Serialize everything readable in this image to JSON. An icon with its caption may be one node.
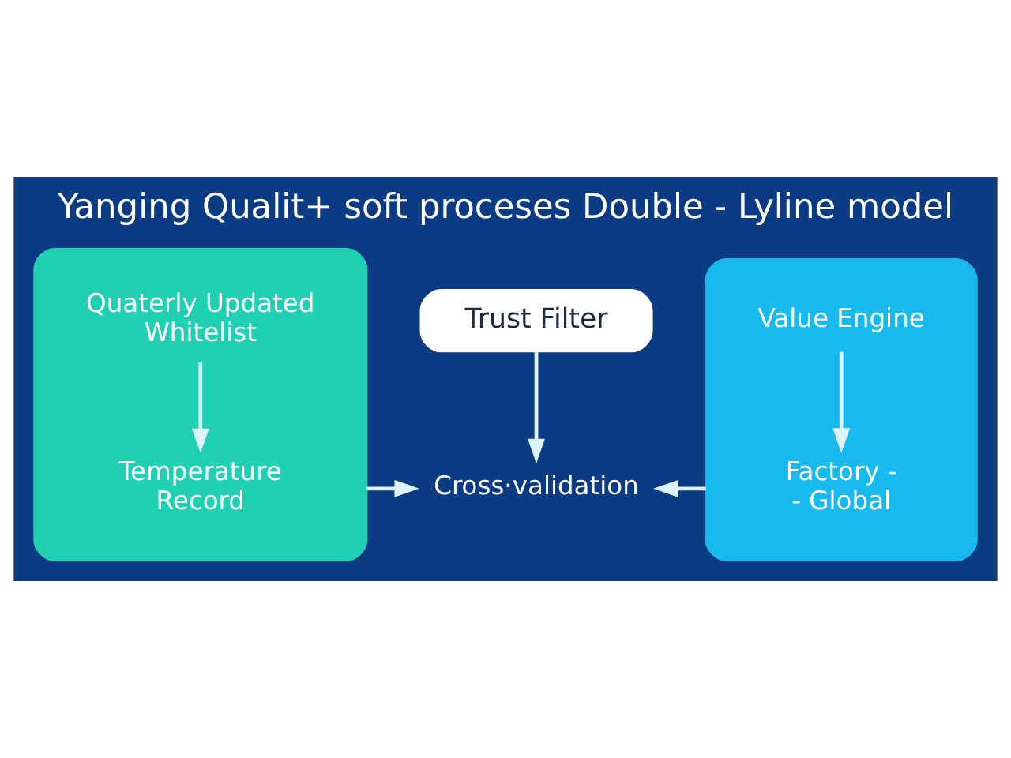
{
  "diagram": {
    "title": "Yanging Qualit+ soft proceses Double - Lyline model",
    "nodes": [
      {
        "text": [],
        "shape": "box"
      },
      {
        "text": [
          "Quaterly Updated Whitelist"
        ],
        "in": 0
      },
      {
        "text": [
          "Temperature Record"
        ],
        "in": 0
      },
      {
        "text": [
          "Trust Filter"
        ]
      },
      {
        "text": [
          "Cross·validation"
        ]
      },
      {
        "text": [],
        "shape": "box"
      },
      {
        "text": [
          "Value Engine"
        ],
        "in": 5
      },
      {
        "text": [
          "Factory - - Global"
        ],
        "in": 5
      }
    ],
    "edges": [
      {
        "from": 1,
        "to": 2,
        "arrow": "to"
      },
      {
        "from": 3,
        "to": 4,
        "arrow": "to"
      },
      {
        "from": 6,
        "to": 7,
        "arrow": "to"
      },
      {
        "from": 0,
        "to": 4,
        "arrow": "to"
      },
      {
        "from": 5,
        "to": 4,
        "arrow": "to"
      }
    ]
  }
}
